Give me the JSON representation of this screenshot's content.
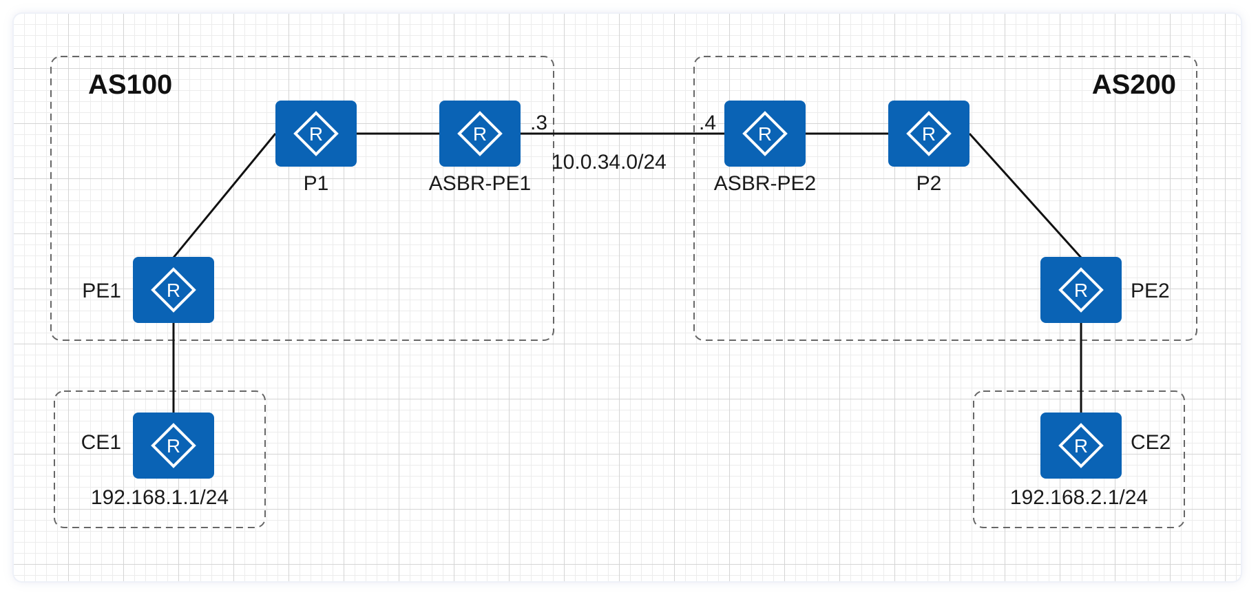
{
  "colors": {
    "router_fill": "#0a63b5",
    "router_symbol": "#ffffff",
    "link": "#111111",
    "zone_border": "#666666",
    "grid_major": "#d4d4d4",
    "grid_minor": "#ececec"
  },
  "icon": "router-icon",
  "as_zones": {
    "as100": {
      "label": "AS100"
    },
    "as200": {
      "label": "AS200"
    }
  },
  "site_zones": {
    "site1": {
      "label": ""
    },
    "site2": {
      "label": ""
    }
  },
  "routers": {
    "p1": {
      "label": "P1",
      "symbol": "R"
    },
    "asbr_pe1": {
      "label": "ASBR-PE1",
      "symbol": "R"
    },
    "asbr_pe2": {
      "label": "ASBR-PE2",
      "symbol": "R"
    },
    "p2": {
      "label": "P2",
      "symbol": "R"
    },
    "pe1": {
      "label": "PE1",
      "symbol": "R"
    },
    "pe2": {
      "label": "PE2",
      "symbol": "R"
    },
    "ce1": {
      "label": "CE1",
      "symbol": "R",
      "address": "192.168.1.1/24"
    },
    "ce2": {
      "label": "CE2",
      "symbol": "R",
      "address": "192.168.2.1/24"
    }
  },
  "links": [
    {
      "from": "pe1",
      "to": "p1"
    },
    {
      "from": "p1",
      "to": "asbr_pe1"
    },
    {
      "from": "asbr_pe1",
      "to": "asbr_pe2",
      "subnet": "10.0.34.0/24",
      "from_host": ".3",
      "to_host": ".4"
    },
    {
      "from": "asbr_pe2",
      "to": "p2"
    },
    {
      "from": "p2",
      "to": "pe2"
    },
    {
      "from": "pe1",
      "to": "ce1"
    },
    {
      "from": "pe2",
      "to": "ce2"
    }
  ]
}
